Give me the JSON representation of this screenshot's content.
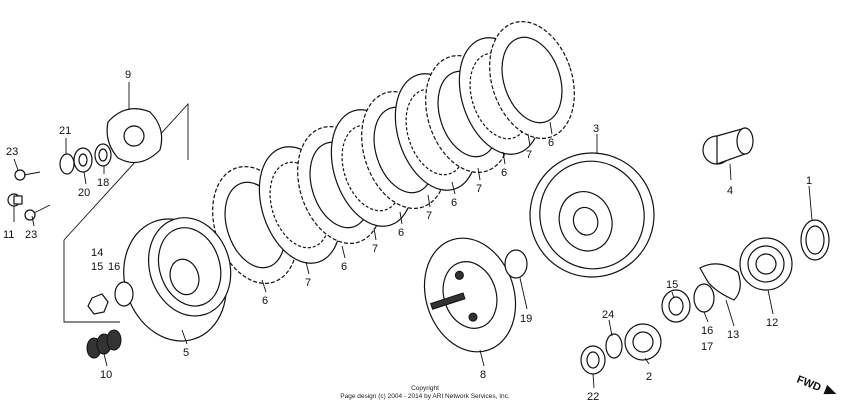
{
  "parts": [
    {
      "id": "part-1",
      "n": "1"
    },
    {
      "id": "part-2",
      "n": "2"
    },
    {
      "id": "part-3",
      "n": "3"
    },
    {
      "id": "part-4",
      "n": "4"
    },
    {
      "id": "part-5",
      "n": "5"
    },
    {
      "id": "part-6a",
      "n": "6"
    },
    {
      "id": "part-6b",
      "n": "6"
    },
    {
      "id": "part-6c",
      "n": "6"
    },
    {
      "id": "part-6d",
      "n": "6"
    },
    {
      "id": "part-6e",
      "n": "6"
    },
    {
      "id": "part-6f",
      "n": "6"
    },
    {
      "id": "part-7a",
      "n": "7"
    },
    {
      "id": "part-7b",
      "n": "7"
    },
    {
      "id": "part-7c",
      "n": "7"
    },
    {
      "id": "part-7d",
      "n": "7"
    },
    {
      "id": "part-7e",
      "n": "7"
    },
    {
      "id": "part-8",
      "n": "8"
    },
    {
      "id": "part-9",
      "n": "9"
    },
    {
      "id": "part-10",
      "n": "10"
    },
    {
      "id": "part-11",
      "n": "11"
    },
    {
      "id": "part-12",
      "n": "12"
    },
    {
      "id": "part-13",
      "n": "13"
    },
    {
      "id": "part-14",
      "n": "14"
    },
    {
      "id": "part-15a",
      "n": "15"
    },
    {
      "id": "part-15b",
      "n": "15"
    },
    {
      "id": "part-16a",
      "n": "16"
    },
    {
      "id": "part-16b",
      "n": "16"
    },
    {
      "id": "part-17",
      "n": "17"
    },
    {
      "id": "part-18",
      "n": "18"
    },
    {
      "id": "part-19",
      "n": "19"
    },
    {
      "id": "part-20",
      "n": "20"
    },
    {
      "id": "part-21",
      "n": "21"
    },
    {
      "id": "part-22",
      "n": "22"
    },
    {
      "id": "part-23a",
      "n": "23"
    },
    {
      "id": "part-23b",
      "n": "23"
    },
    {
      "id": "part-24",
      "n": "24"
    }
  ],
  "copyright": {
    "line1": "Copyright",
    "line2": "Page design (c) 2004 - 2014 by ARI Network Services, Inc."
  },
  "direction_label": "FWD"
}
